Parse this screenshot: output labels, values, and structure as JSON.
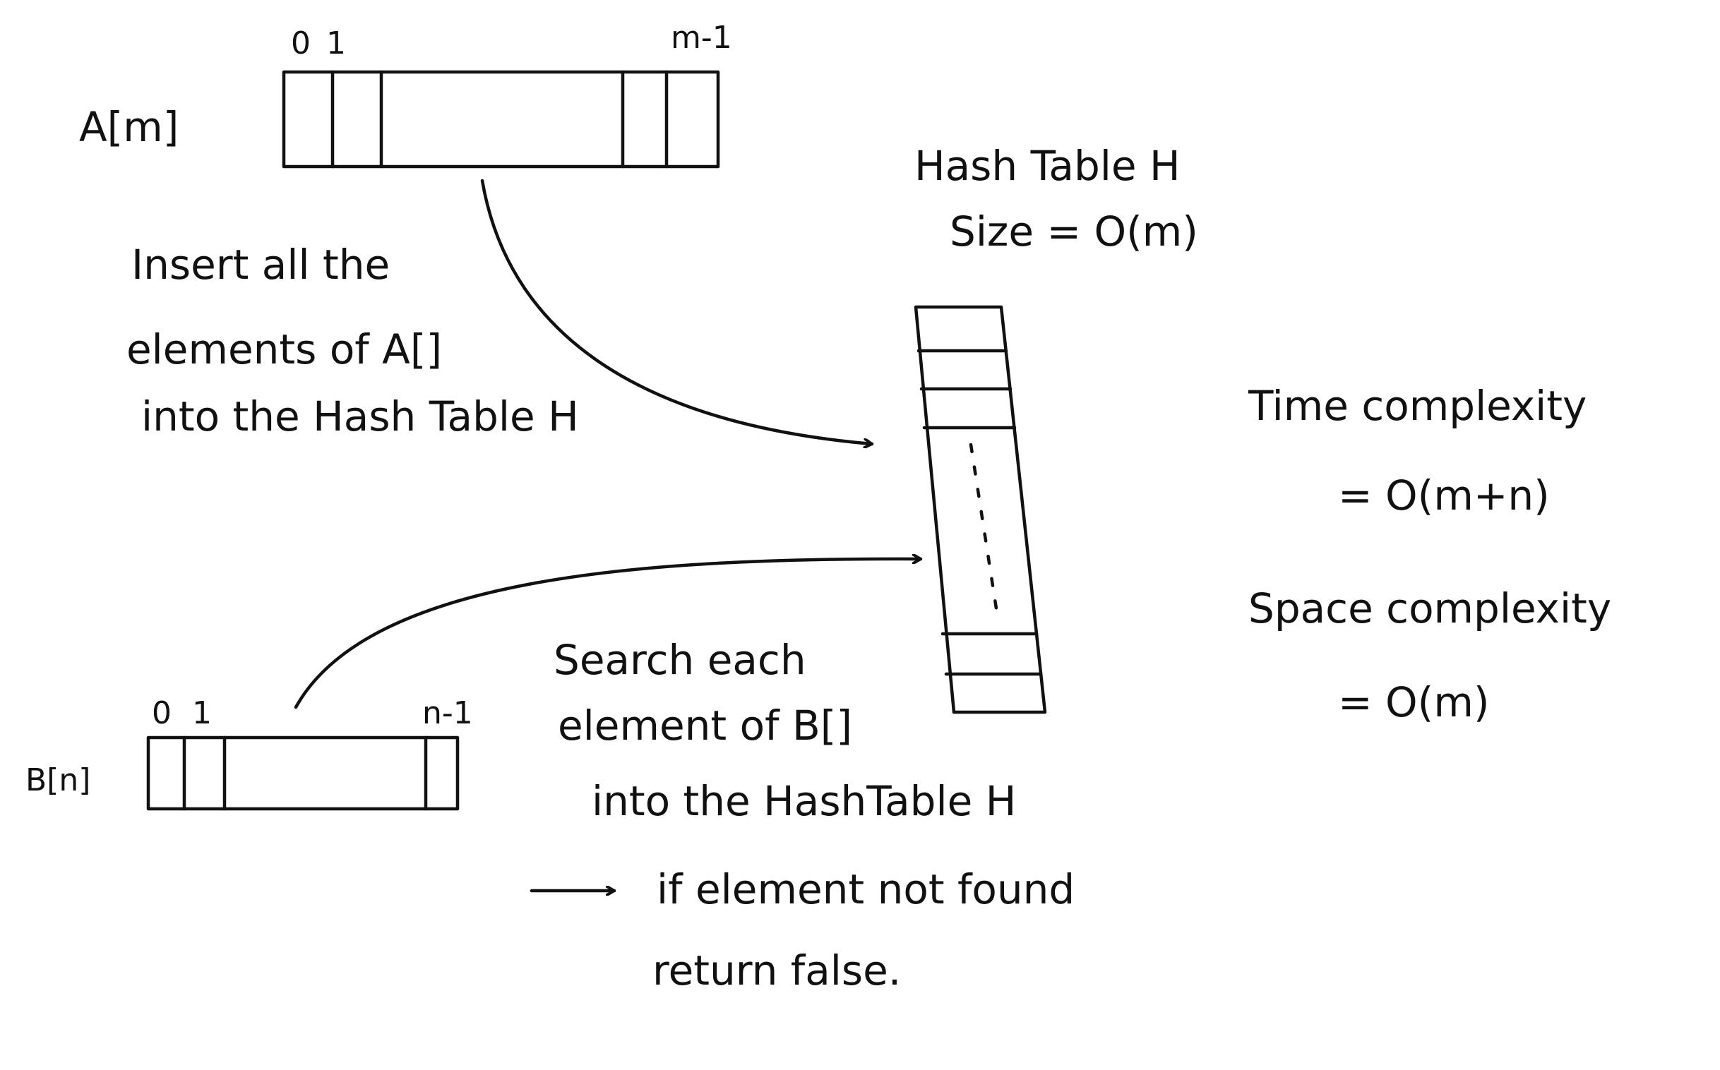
{
  "array_a": {
    "label": "A[m]",
    "index_first": "0",
    "index_second": "1",
    "index_last": "m-1"
  },
  "array_b": {
    "label": "B[n]",
    "index_first": "0",
    "index_second": "1",
    "index_last": "n-1"
  },
  "hash_table": {
    "title": "Hash Table H",
    "size": "Size = O(m)"
  },
  "insert_note": {
    "line1": "Insert all the",
    "line2": "elements of A[]",
    "line3": "into the Hash Table H"
  },
  "search_note": {
    "line1": "Search each",
    "line2": "element of B[]",
    "line3": "into the HashTable H",
    "line4": "if element not found",
    "line5": "return false."
  },
  "complexity": {
    "time_label": "Time complexity",
    "time_value": "= O(m+n)",
    "space_label": "Space complexity",
    "space_value": "= O(m)"
  }
}
